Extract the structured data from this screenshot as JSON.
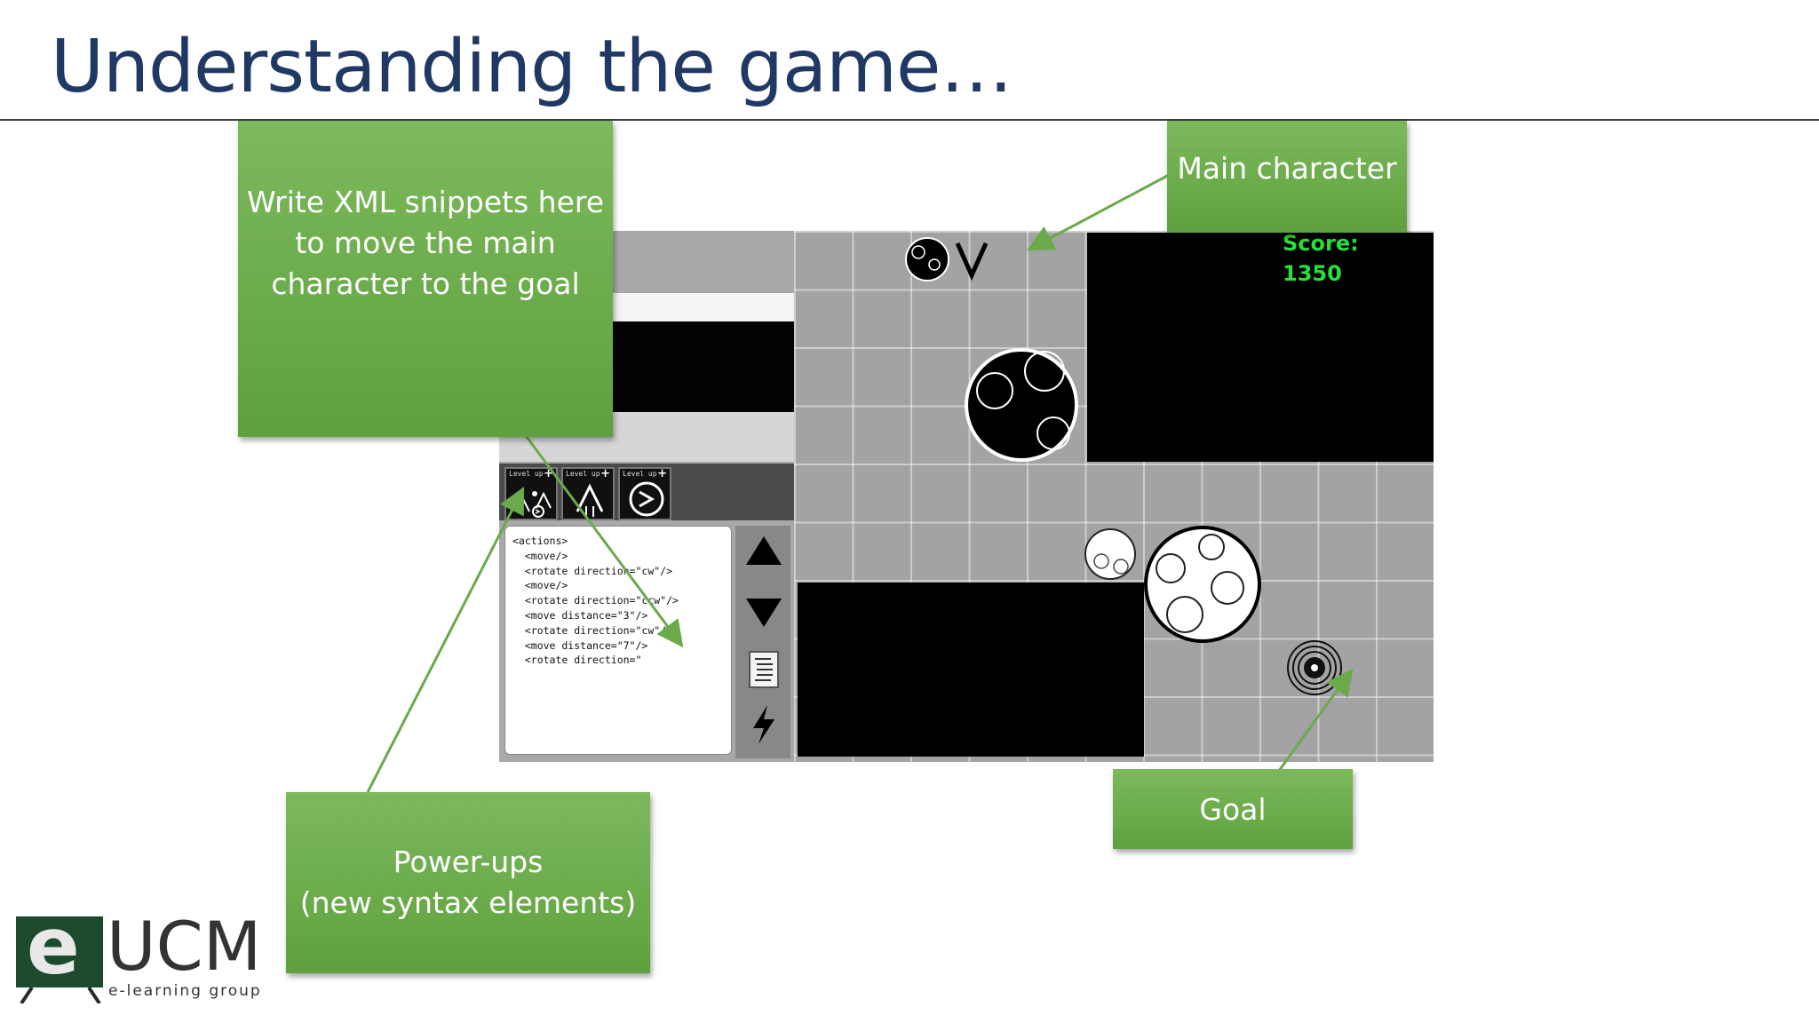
{
  "slide": {
    "title": "Understanding the game…"
  },
  "callouts": {
    "xml": {
      "lines": [
        "Write XML snippets here",
        "to move the main",
        "character to the goal"
      ]
    },
    "main_character": "Main character",
    "goal": "Goal",
    "powerups": {
      "lines": [
        "Power-ups",
        "(new syntax elements)"
      ]
    }
  },
  "game": {
    "score_label": "Score:",
    "score_value": "1350",
    "powerups": [
      {
        "label": "Level up",
        "icon": "move-rotate-icon"
      },
      {
        "label": "Level up",
        "icon": "move-distance-icon"
      },
      {
        "label": "Level up",
        "icon": "rotate-icon"
      }
    ],
    "code_lines": [
      "<actions>",
      "  <move/>",
      "  <rotate direction=\"cw\"/>",
      "  <move/>",
      "  <rotate direction=\"ccw\"/>",
      "  <move distance=\"3\"/>",
      "  <rotate direction=\"cw\"/>",
      "  <move distance=\"7\"/>",
      "  <rotate direction=\""
    ],
    "side_buttons": [
      "up-arrow-icon",
      "down-arrow-icon",
      "document-icon",
      "lightning-icon"
    ]
  },
  "logo": {
    "brand_e": "e",
    "brand": "UCM",
    "tagline": "e-learning group"
  },
  "colors": {
    "title": "#1f3864",
    "callout": "#6aaa4a",
    "score": "#27e03a"
  }
}
